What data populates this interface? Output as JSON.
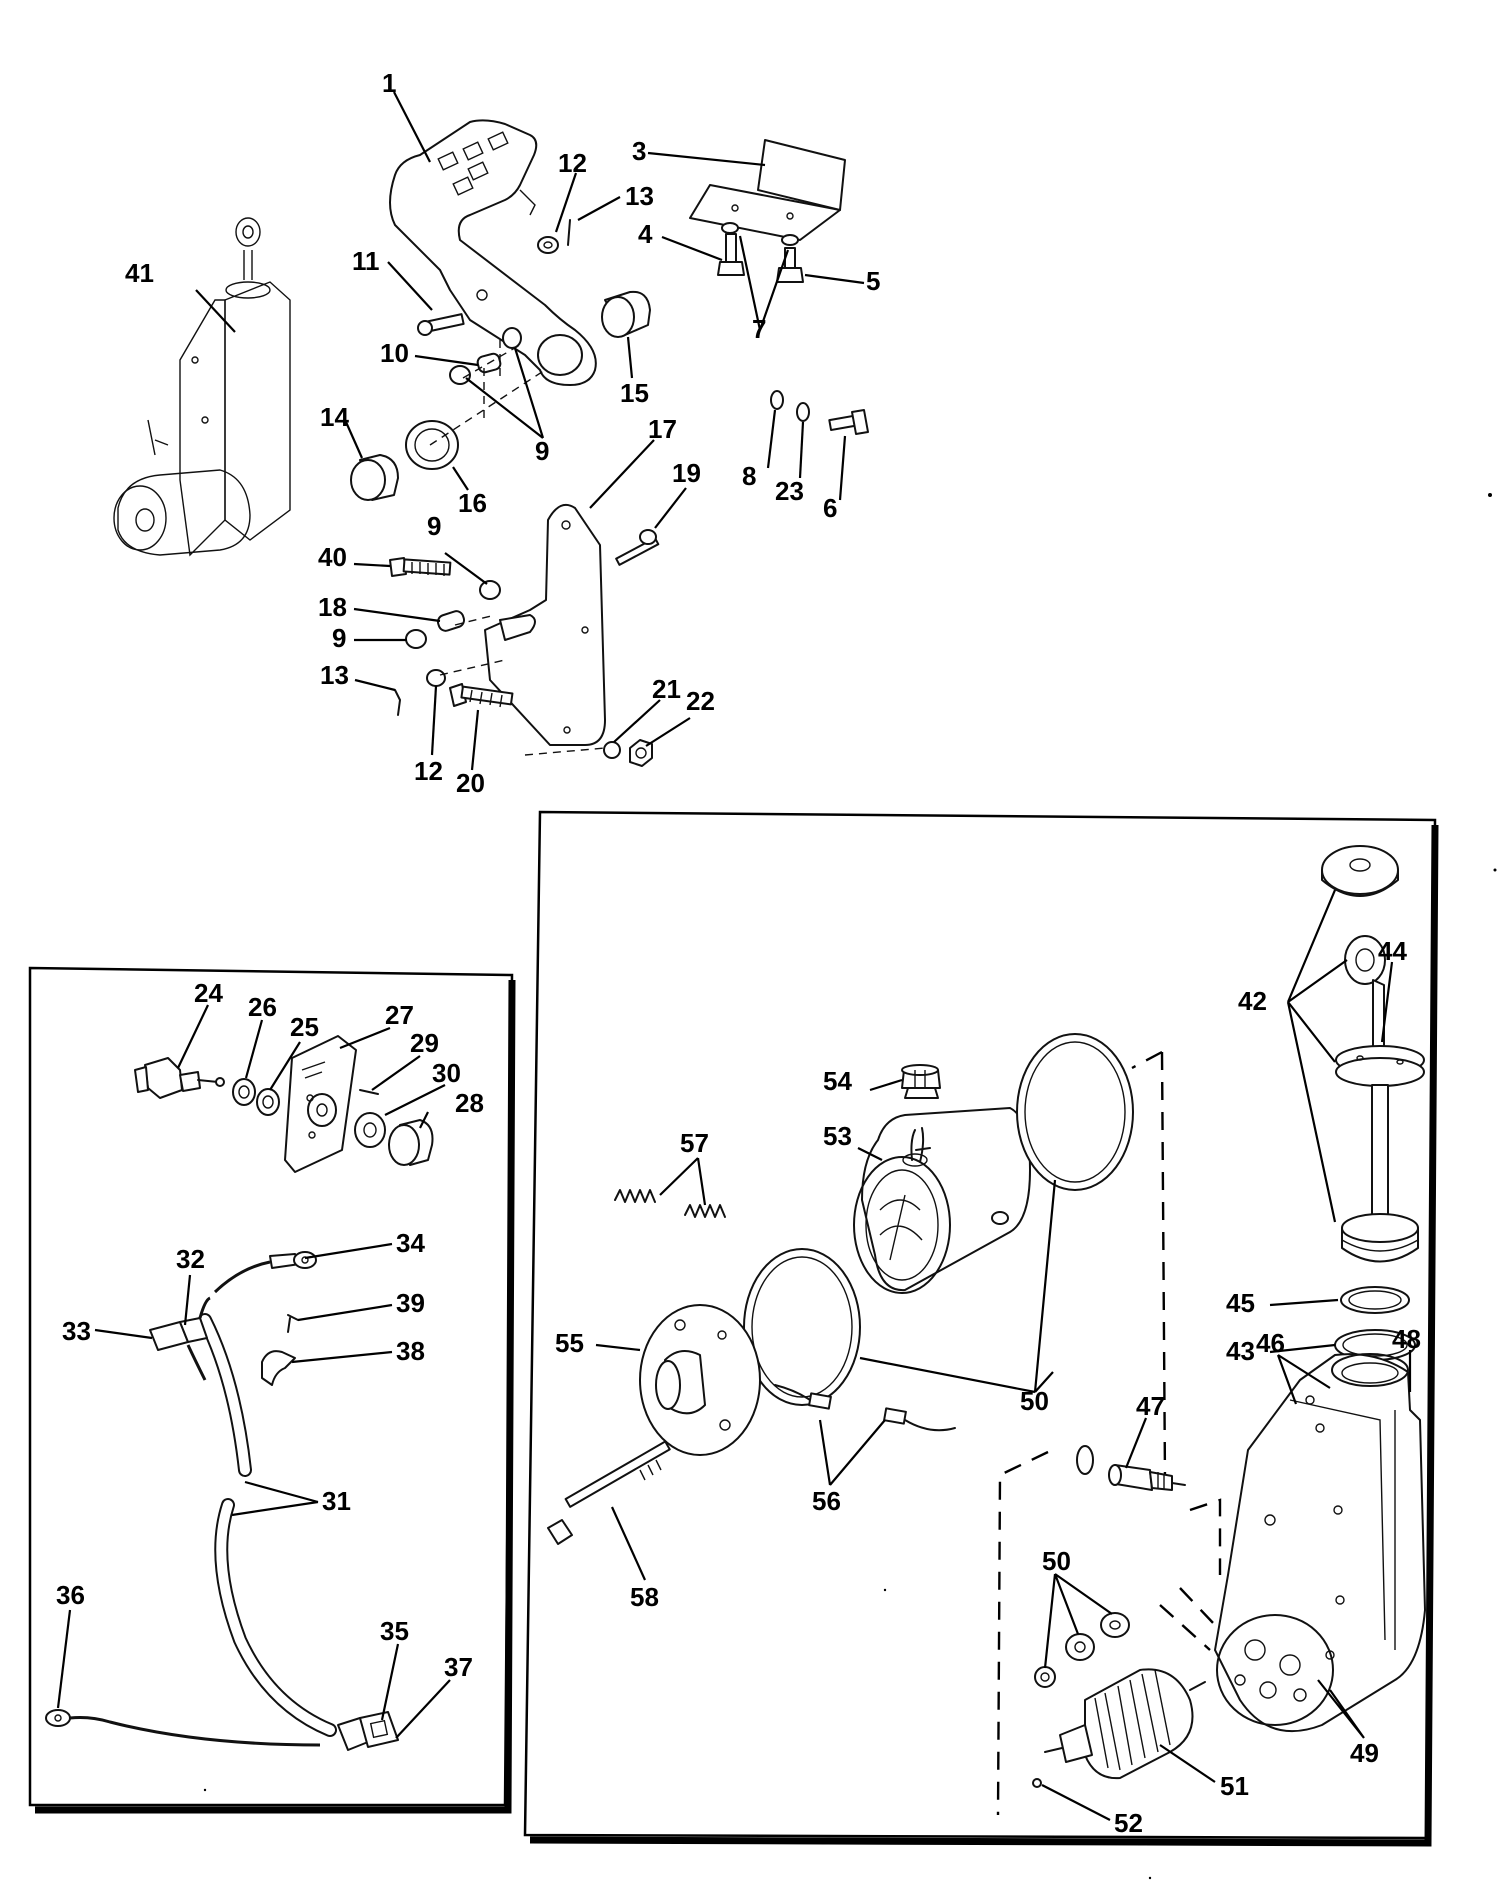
{
  "callouts": {
    "c1": "1",
    "c3": "3",
    "c12a": "12",
    "c13a": "13",
    "c4": "4",
    "c5": "5",
    "c7": "7",
    "c41": "41",
    "c11": "11",
    "c10": "10",
    "c9a": "9",
    "c15": "15",
    "c14": "14",
    "c16": "16",
    "c17": "17",
    "c8": "8",
    "c23": "23",
    "c6": "6",
    "c19": "19",
    "c9b": "9",
    "c40": "40",
    "c18": "18",
    "c9c": "9",
    "c13b": "13",
    "c12b": "12",
    "c20": "20",
    "c21": "21",
    "c22": "22",
    "c24": "24",
    "c26": "26",
    "c25": "25",
    "c27": "27",
    "c29": "29",
    "c30": "30",
    "c28": "28",
    "c34": "34",
    "c32": "32",
    "c33": "33",
    "c39": "39",
    "c38": "38",
    "c31": "31",
    "c36": "36",
    "c35": "35",
    "c37": "37",
    "c42": "42",
    "c44": "44",
    "c54": "54",
    "c53": "53",
    "c57": "57",
    "c45": "45",
    "c43": "43",
    "c48": "48",
    "c46": "46",
    "c55": "55",
    "c50a": "50",
    "c47": "47",
    "c56": "56",
    "c58": "58",
    "c50b": "50",
    "c49": "49",
    "c51": "51",
    "c52": "52"
  }
}
